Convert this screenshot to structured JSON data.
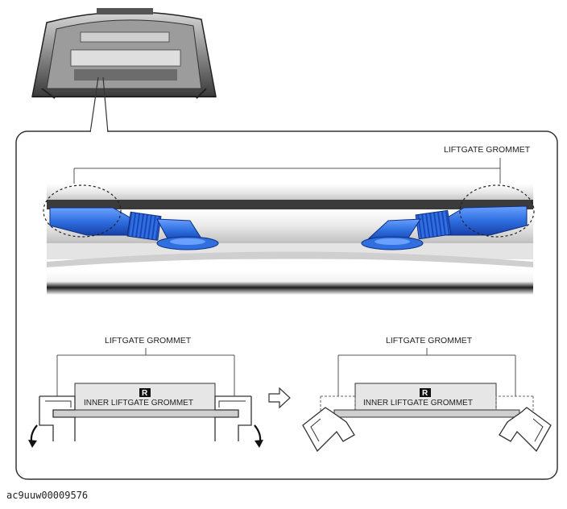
{
  "diagram": {
    "top_label": "LIFTGATE GROMMET",
    "left_label": "LIFTGATE GROMMET",
    "right_label": "LIFTGATE GROMMET",
    "badge_left": "R",
    "badge_right": "R",
    "inner_left": "INNER LIFTGATE GROMMET",
    "inner_right": "INNER LIFTGATE GROMMET",
    "figure_id": "ac9uuw00009576"
  },
  "colors": {
    "grommet_blue": "#2f6fe0",
    "grommet_blue_dark": "#1740a8",
    "line": "#333333"
  }
}
